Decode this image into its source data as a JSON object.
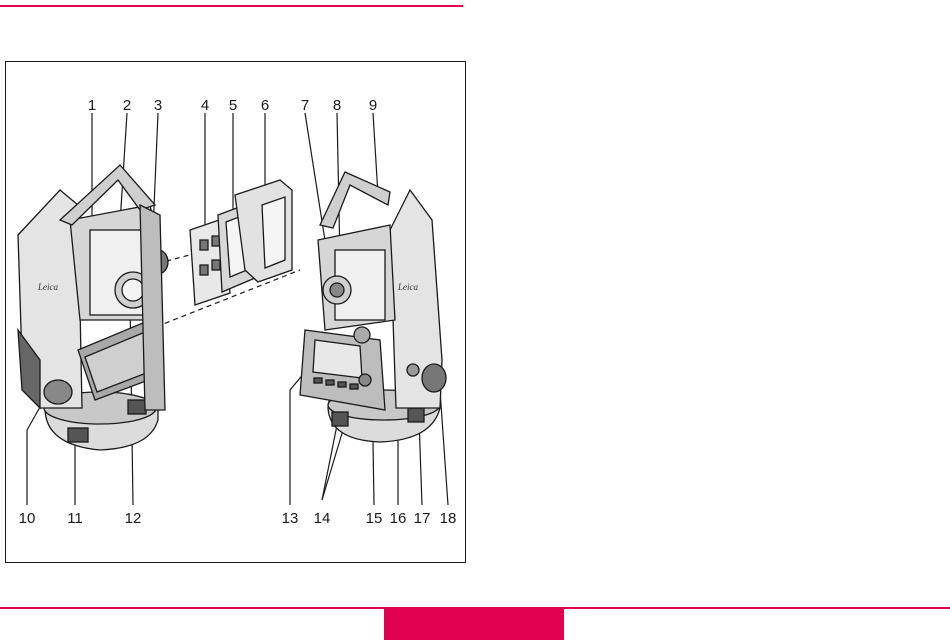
{
  "colors": {
    "accent": "#e0004d",
    "line": "#1a1a1a"
  },
  "callouts": {
    "top": [
      "1",
      "2",
      "3",
      "4",
      "5",
      "6",
      "7",
      "8",
      "9"
    ],
    "bottom": [
      "10",
      "11",
      "12",
      "13",
      "14",
      "15",
      "16",
      "17",
      "18"
    ]
  }
}
